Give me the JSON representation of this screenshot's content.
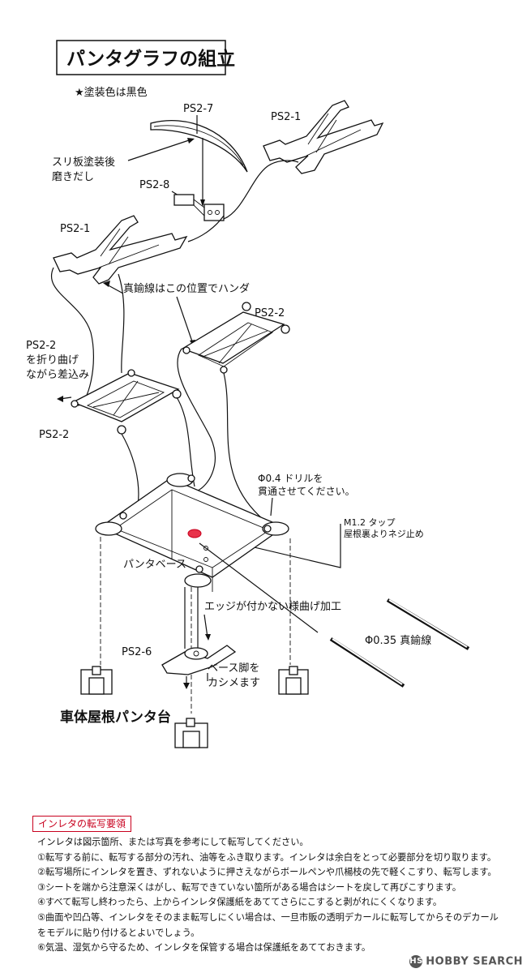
{
  "title": "パンタグラフの組立",
  "paint_note": "★塗装色は黒色",
  "labels": {
    "ps2_7": "PS2-7",
    "ps2_1_top": "PS2-1",
    "ps2_1_left": "PS2-1",
    "ps2_8": "PS2-8",
    "ps2_2_right": "PS2-2",
    "ps2_2_left": "PS2-2",
    "ps2_6": "PS2-6",
    "slide_line1": "スリ板塗装後",
    "slide_line2": "磨きだし",
    "solder": "真鍮線はこの位置でハンダ",
    "fold_line1": "PS2-2",
    "fold_line2": "を折り曲げ",
    "fold_line3": "ながら差込み",
    "drill_line1": "Φ0.4 ドリルを",
    "drill_line2": "貫通させてください。",
    "tap_line1": "M1.2 タップ",
    "tap_line2": "屋根裏よりネジ止め",
    "base": "パンタベース",
    "edge": "エッジが付かない様曲げ加工",
    "wire": "Φ0.35 真鍮線",
    "crimp_line1": "ベース脚を",
    "crimp_line2": "カシメます",
    "roof_stand": "車体屋根パンタ台"
  },
  "notes": {
    "heading": "インレタの転写要領",
    "items": [
      "インレタは図示箇所、または写真を参考にして転写してください。",
      "①転写する前に、転写する部分の汚れ、油等をふき取ります。インレタは余白をとって必要部分を切り取ります。",
      "②転写場所にインレタを置き、ずれないように押さえながらボールペンや爪楊枝の先で軽くこすり、転写します。",
      "③シートを端から注意深くはがし、転写できていない箇所がある場合はシートを戻して再びこすります。",
      "④すべて転写し終わったら、上からインレタ保護紙をあててさらにこすると剥がれにくくなります。",
      "⑤曲面や凹凸等、インレタをそのまま転写しにくい場合は、一旦市販の透明デカールに転写してからそのデカール",
      "をモデルに貼り付けるとよいでしょう。",
      "⑥気温、湿気から守るため、インレタを保管する場合は保護紙をあてておきます。"
    ]
  },
  "watermark": "HOBBY SEARCH",
  "colors": {
    "accent_red": "#c8001e",
    "tap_mark": "#e8324a",
    "ink": "#111111"
  }
}
